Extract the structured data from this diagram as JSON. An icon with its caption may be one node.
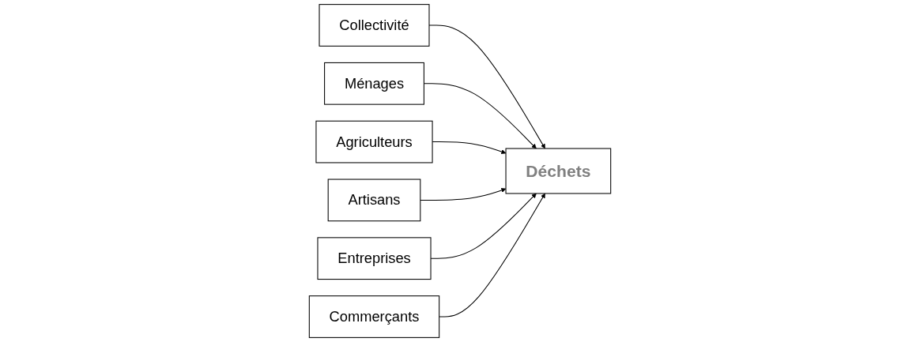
{
  "diagram": {
    "nodes": [
      {
        "text": [
          "Collectivité"
        ]
      },
      {
        "text": [
          "Ménages"
        ]
      },
      {
        "text": [
          "Agriculteurs"
        ]
      },
      {
        "text": [
          "Déchets"
        ]
      },
      {
        "text": [
          "Artisans"
        ]
      },
      {
        "text": [
          "Entreprises"
        ]
      },
      {
        "text": [
          "Commerçants"
        ]
      }
    ],
    "edges": [
      {
        "from": 0,
        "to": 3,
        "arrow": "to"
      },
      {
        "from": 1,
        "to": 3,
        "arrow": "to"
      },
      {
        "from": 2,
        "to": 3,
        "arrow": "to"
      },
      {
        "from": 4,
        "to": 3,
        "arrow": "to"
      },
      {
        "from": 5,
        "to": 3,
        "arrow": "to"
      },
      {
        "from": 6,
        "to": 3,
        "arrow": "to"
      }
    ]
  }
}
